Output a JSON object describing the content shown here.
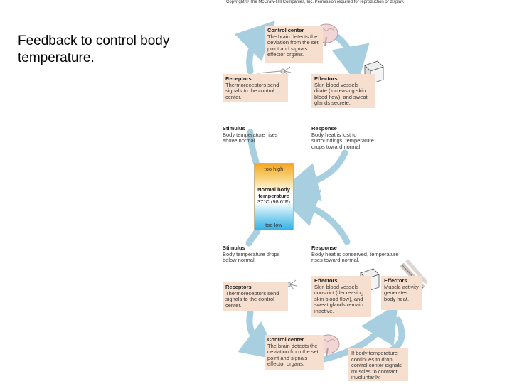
{
  "slide": {
    "title": "Feedback to control body temperature.",
    "copyright": "Copyright © The McGraw-Hill Companies, Inc. Permission required for reproduction or display."
  },
  "thermometer": {
    "too_high": "too high",
    "normal_title": "Normal body temperature",
    "normal_value": "37°C (98.6°F)",
    "too_low": "too low"
  },
  "upper": {
    "control_center": {
      "heading": "Control center",
      "text": "The brain detects the deviation from the set point and signals effector organs."
    },
    "receptors": {
      "heading": "Receptors",
      "text": "Thermoreceptors send signals to the control center."
    },
    "effectors": {
      "heading": "Effectors",
      "text": "Skin blood vessels dilate (increasing skin blood flow), and sweat glands secrete."
    },
    "stimulus": {
      "heading": "Stimulus",
      "text": "Body temperature rises above normal."
    },
    "response": {
      "heading": "Response",
      "text": "Body heat is lost to surroundings, temperature drops toward normal."
    }
  },
  "lower": {
    "stimulus": {
      "heading": "Stimulus",
      "text": "Body temperature drops below normal."
    },
    "response": {
      "heading": "Response",
      "text": "Body heat is conserved, temperature rises toward normal."
    },
    "receptors": {
      "heading": "Receptors",
      "text": "Thermoreceptors send signals to the control center."
    },
    "effectors_skin": {
      "heading": "Effectors",
      "text": "Skin blood vessels constrict (decreasing skin blood flow), and sweat glands remain inactive."
    },
    "effectors_muscle": {
      "heading": "Effectors",
      "text": "Muscle activity generates body heat."
    },
    "control_center": {
      "heading": "Control center",
      "text": "The brain detects the deviation from the set point and signals effector organs."
    },
    "shivering": {
      "text": "If body temperature continues to drop, control center signals muscles to contract involuntarily."
    }
  },
  "colors": {
    "arrow": "#a7cfe0",
    "box": "#f7dfcf",
    "too_high": "#f5a623",
    "too_low": "#35b2e6"
  },
  "icons": [
    "brain-icon",
    "neuron-icon",
    "skin-cube-icon",
    "muscle-icon"
  ]
}
